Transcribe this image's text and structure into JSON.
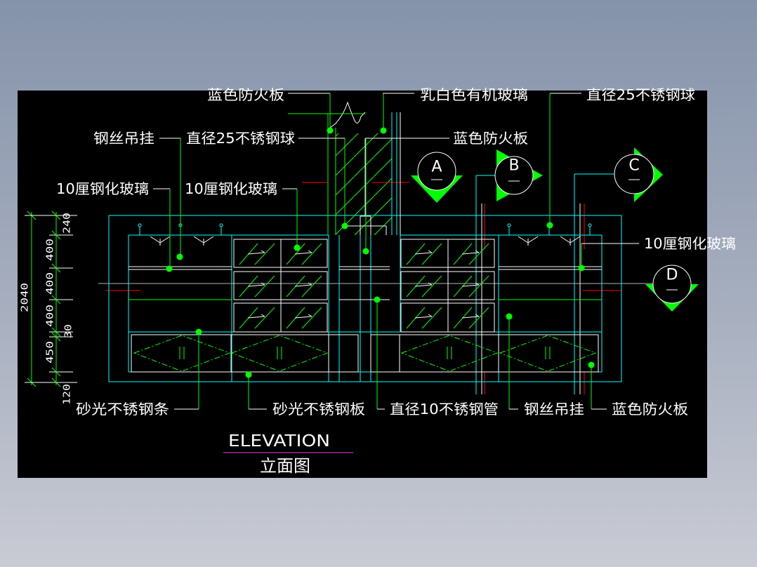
{
  "drawing": {
    "view_title": "ELEVATION",
    "view_title_cn": "立面图",
    "callouts": [
      {
        "text": "蓝色防火板"
      },
      {
        "text": "乳白色有机玻璃"
      },
      {
        "text": "直径25不锈钢球"
      },
      {
        "text": "钢丝吊挂"
      },
      {
        "text": "直径25不锈钢球"
      },
      {
        "text": "蓝色防火板"
      },
      {
        "text": "10厘钢化玻璃"
      },
      {
        "text": "10厘钢化玻璃"
      },
      {
        "text": "10厘钢化玻璃"
      },
      {
        "text": "砂光不锈钢条"
      },
      {
        "text": "砂光不锈钢板"
      },
      {
        "text": "直径10不锈钢管"
      },
      {
        "text": "钢丝吊挂"
      },
      {
        "text": "蓝色防火板"
      }
    ],
    "dimensions": {
      "overall": "2040",
      "segments": [
        "240",
        "400",
        "400",
        "400",
        "30",
        "450",
        "120"
      ]
    },
    "section_markers": [
      "A",
      "B",
      "C",
      "D"
    ]
  },
  "colors": {
    "page_top": "#8593aa",
    "page_bottom": "#c9cbd4",
    "canvas": "#000000",
    "cyan": "#00ffff",
    "green": "#00ff00",
    "white": "#ffffff",
    "gray": "#b4b4b4",
    "red": "#ff0000",
    "magenta": "#c030c0"
  }
}
